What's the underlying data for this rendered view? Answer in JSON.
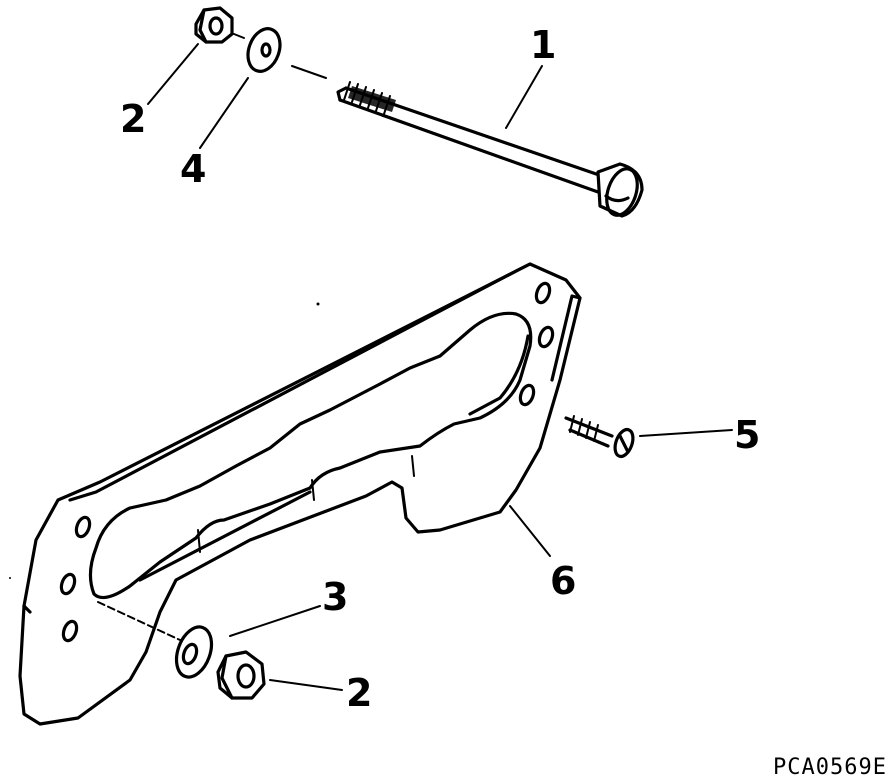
{
  "callouts": {
    "bolt": "1",
    "nut_top": "2",
    "washer_bottom": "3",
    "washer_top": "4",
    "screw": "5",
    "bracket": "6",
    "nut_bottom": "2"
  },
  "figure_code": "PCA0569E"
}
